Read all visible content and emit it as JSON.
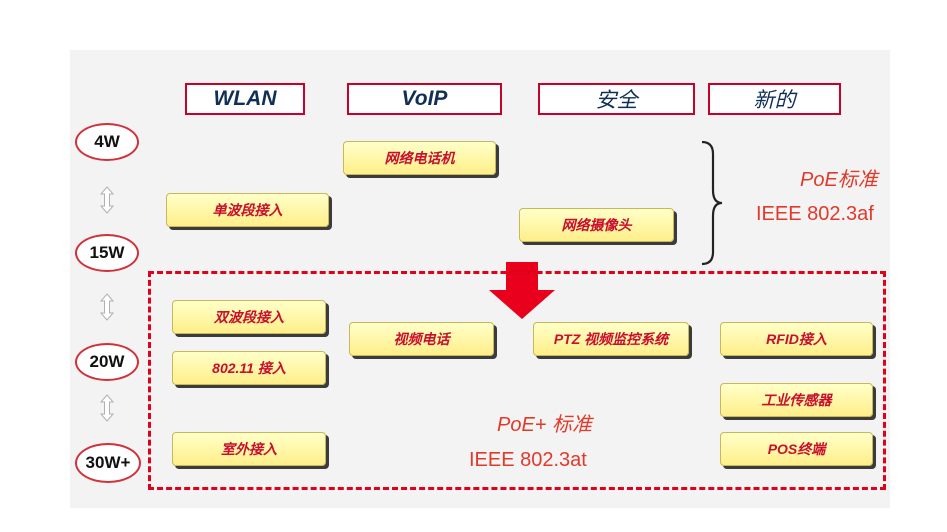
{
  "headers": [
    {
      "label": "WLAN"
    },
    {
      "label": "VoIP"
    },
    {
      "label": "安全"
    },
    {
      "label": "新的"
    }
  ],
  "watts": [
    "4W",
    "15W",
    "20W",
    "30W+"
  ],
  "apps": {
    "voip_phone": "网络电话机",
    "single_band": "单波段接入",
    "ip_camera": "网络摄像头",
    "dual_band": "双波段接入",
    "wifi_80211": "802.11 接入",
    "video_phone": "视频电话",
    "ptz": "PTZ 视频监控系统",
    "rfid": "RFID接入",
    "industrial": "工业传感器",
    "outdoor": "室外接入",
    "pos": "POS终端"
  },
  "poe": {
    "name": "PoE标准",
    "standard": "IEEE 802.3af"
  },
  "poe_plus": {
    "name": "PoE+ 标准",
    "standard": "IEEE 802.3at"
  },
  "colors": {
    "accent_red": "#e0001a",
    "box_text": "#c8102e",
    "box_fill": "#ffef8a",
    "header_text": "#0f2f57",
    "standard_text": "#e23a2a"
  },
  "icons": [
    "up-down-arrow-icon",
    "down-arrow-icon",
    "curly-brace-icon"
  ]
}
